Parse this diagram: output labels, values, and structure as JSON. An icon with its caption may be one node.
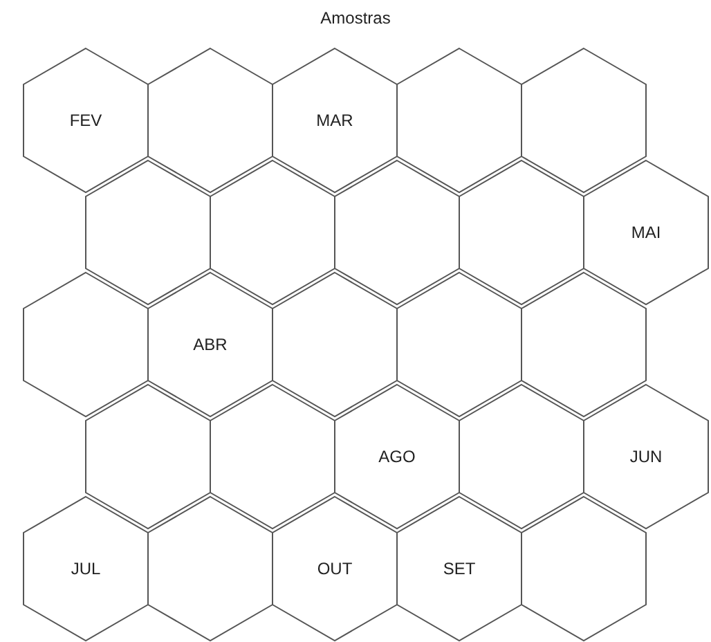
{
  "diagram": {
    "title": "Amostras",
    "nodes": [
      {
        "text": [
          "FEV"
        ]
      },
      {
        "text": [],
        "shape": "hexagon"
      },
      {
        "text": [
          "MAR"
        ]
      },
      {
        "text": [],
        "shape": "hexagon"
      },
      {
        "text": [],
        "shape": "hexagon"
      },
      {
        "text": [],
        "shape": "hexagon"
      },
      {
        "text": [],
        "shape": "hexagon"
      },
      {
        "text": [],
        "shape": "hexagon"
      },
      {
        "text": [],
        "shape": "hexagon"
      },
      {
        "text": [
          "MAI"
        ]
      },
      {
        "text": [],
        "shape": "hexagon"
      },
      {
        "text": [
          "ABR"
        ]
      },
      {
        "text": [],
        "shape": "hexagon"
      },
      {
        "text": [],
        "shape": "hexagon"
      },
      {
        "text": [],
        "shape": "hexagon"
      },
      {
        "text": [],
        "shape": "hexagon"
      },
      {
        "text": [],
        "shape": "hexagon"
      },
      {
        "text": [
          "AGO"
        ]
      },
      {
        "text": [],
        "shape": "hexagon"
      },
      {
        "text": [
          "JUN"
        ]
      },
      {
        "text": [
          "JUL"
        ]
      },
      {
        "text": [],
        "shape": "hexagon"
      },
      {
        "text": [
          "OUT"
        ]
      },
      {
        "text": [
          "SET"
        ]
      },
      {
        "text": [],
        "shape": "hexagon"
      }
    ]
  }
}
